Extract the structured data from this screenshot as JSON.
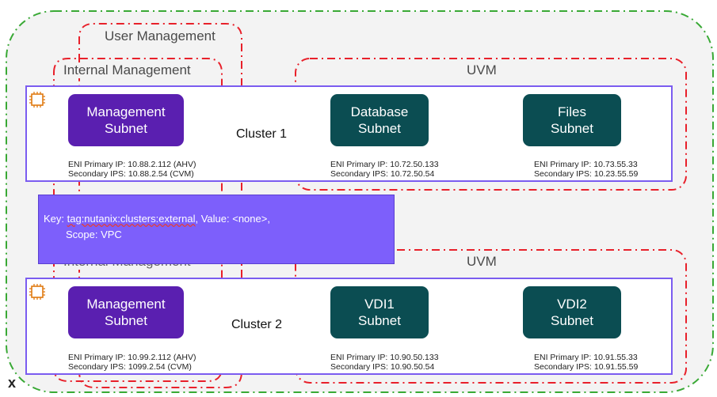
{
  "labels": {
    "user_management": "User Management",
    "internal_management": "Internal Management",
    "uvm_top": "UVM",
    "uvm_bottom": "UVM",
    "internal_management_bottom": "Internal Management"
  },
  "key": {
    "line1_prefix": "Key: ",
    "line1_tag": "tag:nutanix:clusters:external",
    "line1_suffix": ", Value: <none>,",
    "line2": "Scope: VPC"
  },
  "clusters": [
    {
      "name": "Cluster 1",
      "subnets": [
        {
          "line1": "Management",
          "line2": "Subnet",
          "kind": "mgmt"
        },
        {
          "line1": "Database",
          "line2": "Subnet",
          "kind": "teal"
        },
        {
          "line1": "Files",
          "line2": "Subnet",
          "kind": "teal"
        }
      ],
      "ips": [
        {
          "primary": "ENI Primary IP: 10.88.2.112 (AHV)",
          "secondary": "Secondary IPS: 10.88.2.54 (CVM)"
        },
        {
          "primary": "ENI Primary IP: 10.72.50.133",
          "secondary": "Secondary IPS: 10.72.50.54"
        },
        {
          "primary": "ENI Primary IP: 10.73.55.33",
          "secondary": "Secondary IPS: 10.23.55.59"
        }
      ]
    },
    {
      "name": "Cluster 2",
      "subnets": [
        {
          "line1": "Management",
          "line2": "Subnet",
          "kind": "mgmt"
        },
        {
          "line1": "VDI1",
          "line2": "Subnet",
          "kind": "teal"
        },
        {
          "line1": "VDI2",
          "line2": "Subnet",
          "kind": "teal"
        }
      ],
      "ips": [
        {
          "primary": "ENI Primary IP: 10.99.2.112 (AHV)",
          "secondary": "Secondary IPS: 1099.2.54 (CVM)"
        },
        {
          "primary": "ENI Primary IP: 10.90.50.133",
          "secondary": "Secondary IPS: 10.90.50.54"
        },
        {
          "primary": "ENI Primary IP: 10.91.55.33",
          "secondary": "Secondary IPS: 10.91.55.59"
        }
      ]
    }
  ],
  "close_glyph": "x",
  "colors": {
    "vpc_border": "#39a935",
    "zone_border": "#e8202a",
    "cluster_border": "#7b5cf0",
    "mgmt_subnet": "#5a1fb0",
    "teal_subnet": "#0b4d52",
    "key_fill": "#7d5ffb"
  }
}
